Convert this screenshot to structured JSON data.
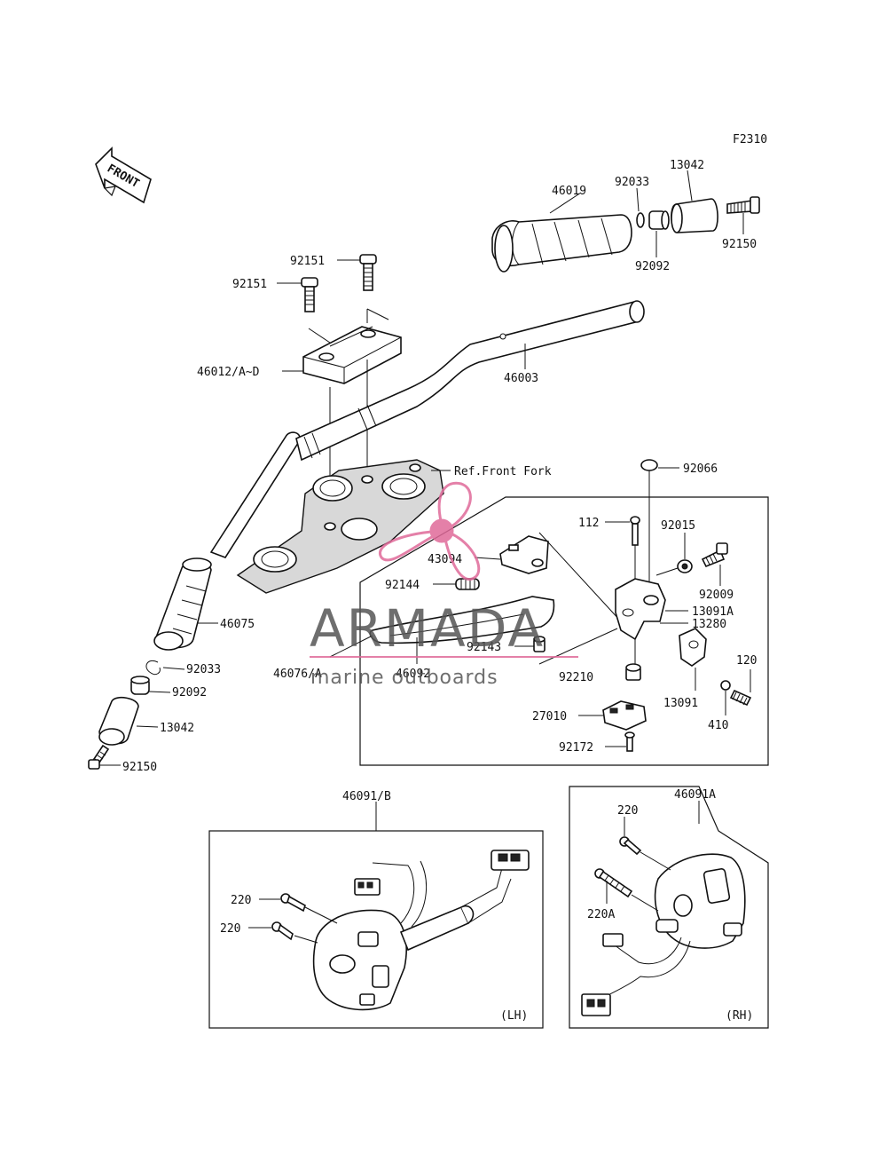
{
  "diagram_code": "F2310",
  "front_arrow_label": "FRONT",
  "labels": {
    "p46019": "46019",
    "p92033_top": "92033",
    "p13042_top": "13042",
    "p92150_top": "92150",
    "p92092_top": "92092",
    "p92151_a": "92151",
    "p92151_b": "92151",
    "p46012": "46012/A~D",
    "p46003": "46003",
    "ref_front_fork": "Ref.Front Fork",
    "p46075": "46075",
    "p92033_bot": "92033",
    "p92092_bot": "92092",
    "p13042_bot": "13042",
    "p92150_bot": "92150",
    "p46076": "46076/A",
    "p92066": "92066",
    "p112": "112",
    "p92015": "92015",
    "p43094": "43094",
    "p92009": "92009",
    "p92144": "92144",
    "p13091A": "13091A",
    "p13280": "13280",
    "p92143": "92143",
    "p46092": "46092",
    "p92210": "92210",
    "p120": "120",
    "p27010": "27010",
    "p13091": "13091",
    "p410": "410",
    "p92172": "92172",
    "p46091B": "46091/B",
    "p220_lh_a": "220",
    "p220_lh_b": "220",
    "lh": "(LH)",
    "p46091A": "46091A",
    "p220_rh": "220",
    "p220A": "220A",
    "rh": "(RH)"
  },
  "watermark": {
    "brand": "ARMADA",
    "tagline": "marine outboards",
    "accent_color": "#e06a9a"
  }
}
